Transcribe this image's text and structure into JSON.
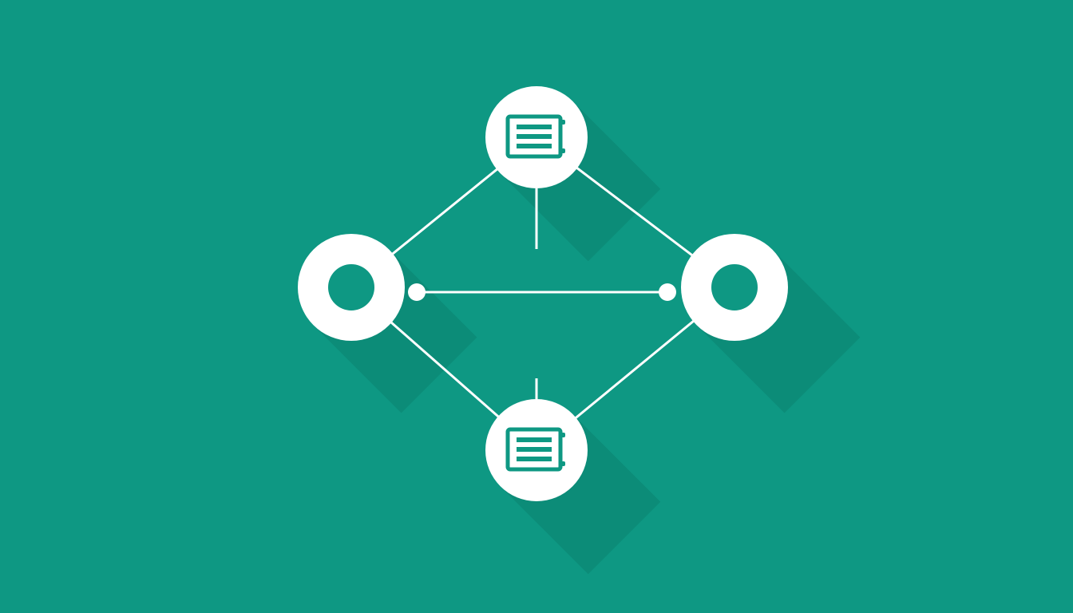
{
  "colors": {
    "background": "#0e9883",
    "foreground": "#ffffff",
    "icon": "#0e9883",
    "shadow": "#0a7565"
  },
  "nodes": [
    {
      "id": "top",
      "icon": "list-document-icon"
    },
    {
      "id": "left",
      "icon": "ring-icon"
    },
    {
      "id": "right",
      "icon": "ring-icon"
    },
    {
      "id": "bottom",
      "icon": "list-document-icon"
    }
  ],
  "edges": [
    {
      "from": "top",
      "to": "left"
    },
    {
      "from": "top",
      "to": "right"
    },
    {
      "from": "left",
      "to": "bottom"
    },
    {
      "from": "right",
      "to": "bottom"
    },
    {
      "from": "left",
      "to": "right"
    }
  ]
}
